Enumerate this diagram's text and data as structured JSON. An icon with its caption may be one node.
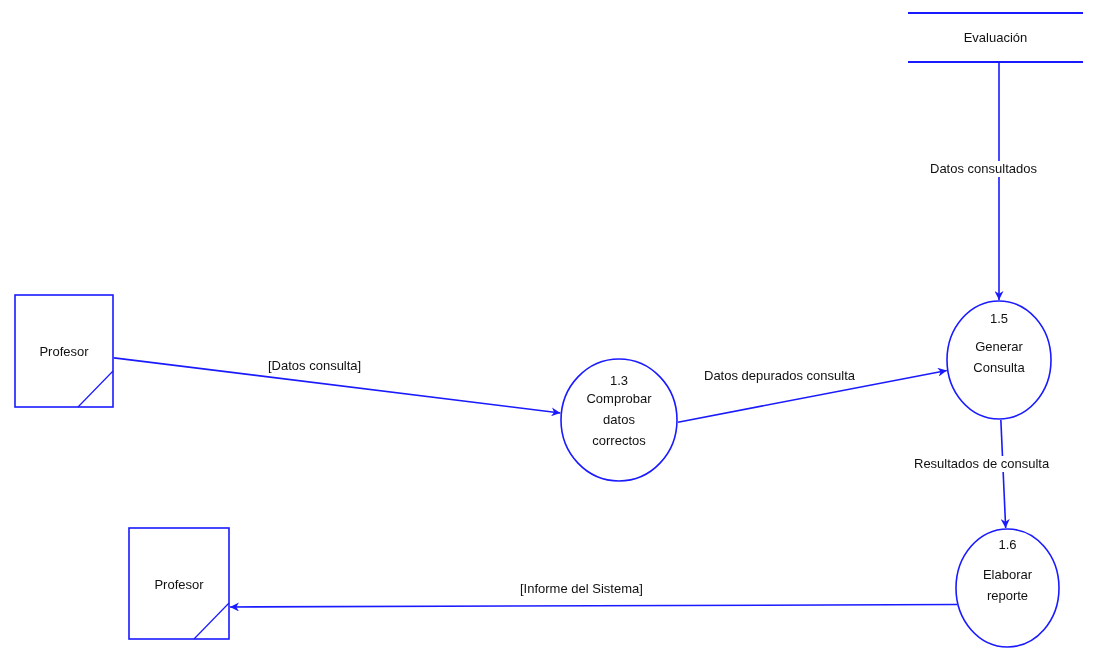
{
  "diagram": {
    "nodes": [
      {
        "text": [
          "Profesor"
        ]
      },
      {
        "text": [
          "1.3",
          "Comprobar datos correctos"
        ]
      },
      {
        "text": [
          "Evaluación"
        ]
      },
      {
        "text": [
          "1.5",
          "Generar Consulta"
        ]
      },
      {
        "text": [
          "1.6",
          "Elaborar reporte"
        ]
      },
      {
        "text": [
          "Profesor"
        ]
      }
    ],
    "edges": [
      {
        "from": 0,
        "to": 1,
        "arrow": "to",
        "label": "[Datos consulta]"
      },
      {
        "from": 1,
        "to": 3,
        "arrow": "to",
        "label": "Datos depurados consulta"
      },
      {
        "from": 2,
        "to": 3,
        "arrow": "to",
        "label": "Datos consultados"
      },
      {
        "from": 3,
        "to": 4,
        "arrow": "to",
        "label": "Resultados de consulta"
      },
      {
        "from": 4,
        "to": 5,
        "arrow": "to",
        "label": "[Informe del Sistema]"
      }
    ]
  }
}
